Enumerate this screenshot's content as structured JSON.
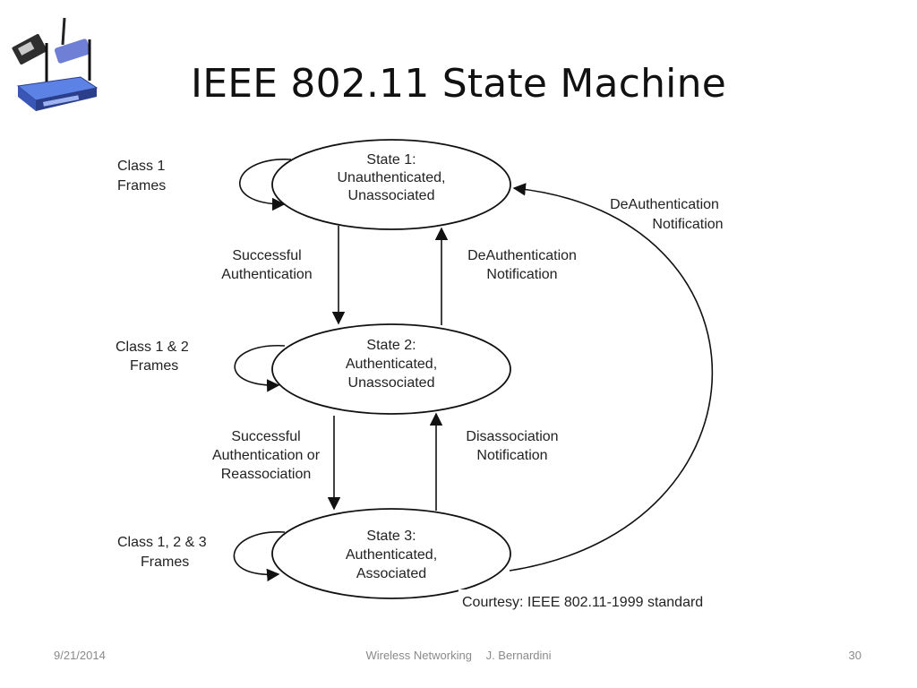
{
  "slide": {
    "title": "IEEE 802.11 State Machine",
    "footer": {
      "date": "9/21/2014",
      "course": "Wireless Networking",
      "author": "J. Bernardini",
      "page": "30"
    }
  },
  "diagram": {
    "states": [
      {
        "line1": "State 1:",
        "line2": "Unauthenticated,",
        "line3": "Unassociated"
      },
      {
        "line1": "State 2:",
        "line2": "Authenticated,",
        "line3": "Unassociated"
      },
      {
        "line1": "State 3:",
        "line2": "Authenticated,",
        "line3": "Associated"
      }
    ],
    "self_loops": [
      {
        "line1": "Class 1",
        "line2": "Frames"
      },
      {
        "line1": "Class 1 & 2",
        "line2": "Frames"
      },
      {
        "line1": "Class 1, 2 & 3",
        "line2": "Frames"
      }
    ],
    "transitions": {
      "s1_to_s2": {
        "line1": "Successful",
        "line2": "Authentication"
      },
      "s2_to_s1": {
        "line1": "DeAuthentication",
        "line2": "Notification"
      },
      "s2_to_s3": {
        "line1": "Successful",
        "line2": "Authentication or",
        "line3": "Reassociation"
      },
      "s3_to_s2": {
        "line1": "Disassociation",
        "line2": "Notification"
      },
      "s3_to_s1": {
        "line1": "DeAuthentication",
        "line2": "Notification"
      }
    },
    "courtesy": "Courtesy: IEEE 802.11-1999 standard"
  },
  "colors": {
    "router_body": "#4a6fd6",
    "router_base": "#2f3d7a",
    "card": "#3a3a3a"
  }
}
